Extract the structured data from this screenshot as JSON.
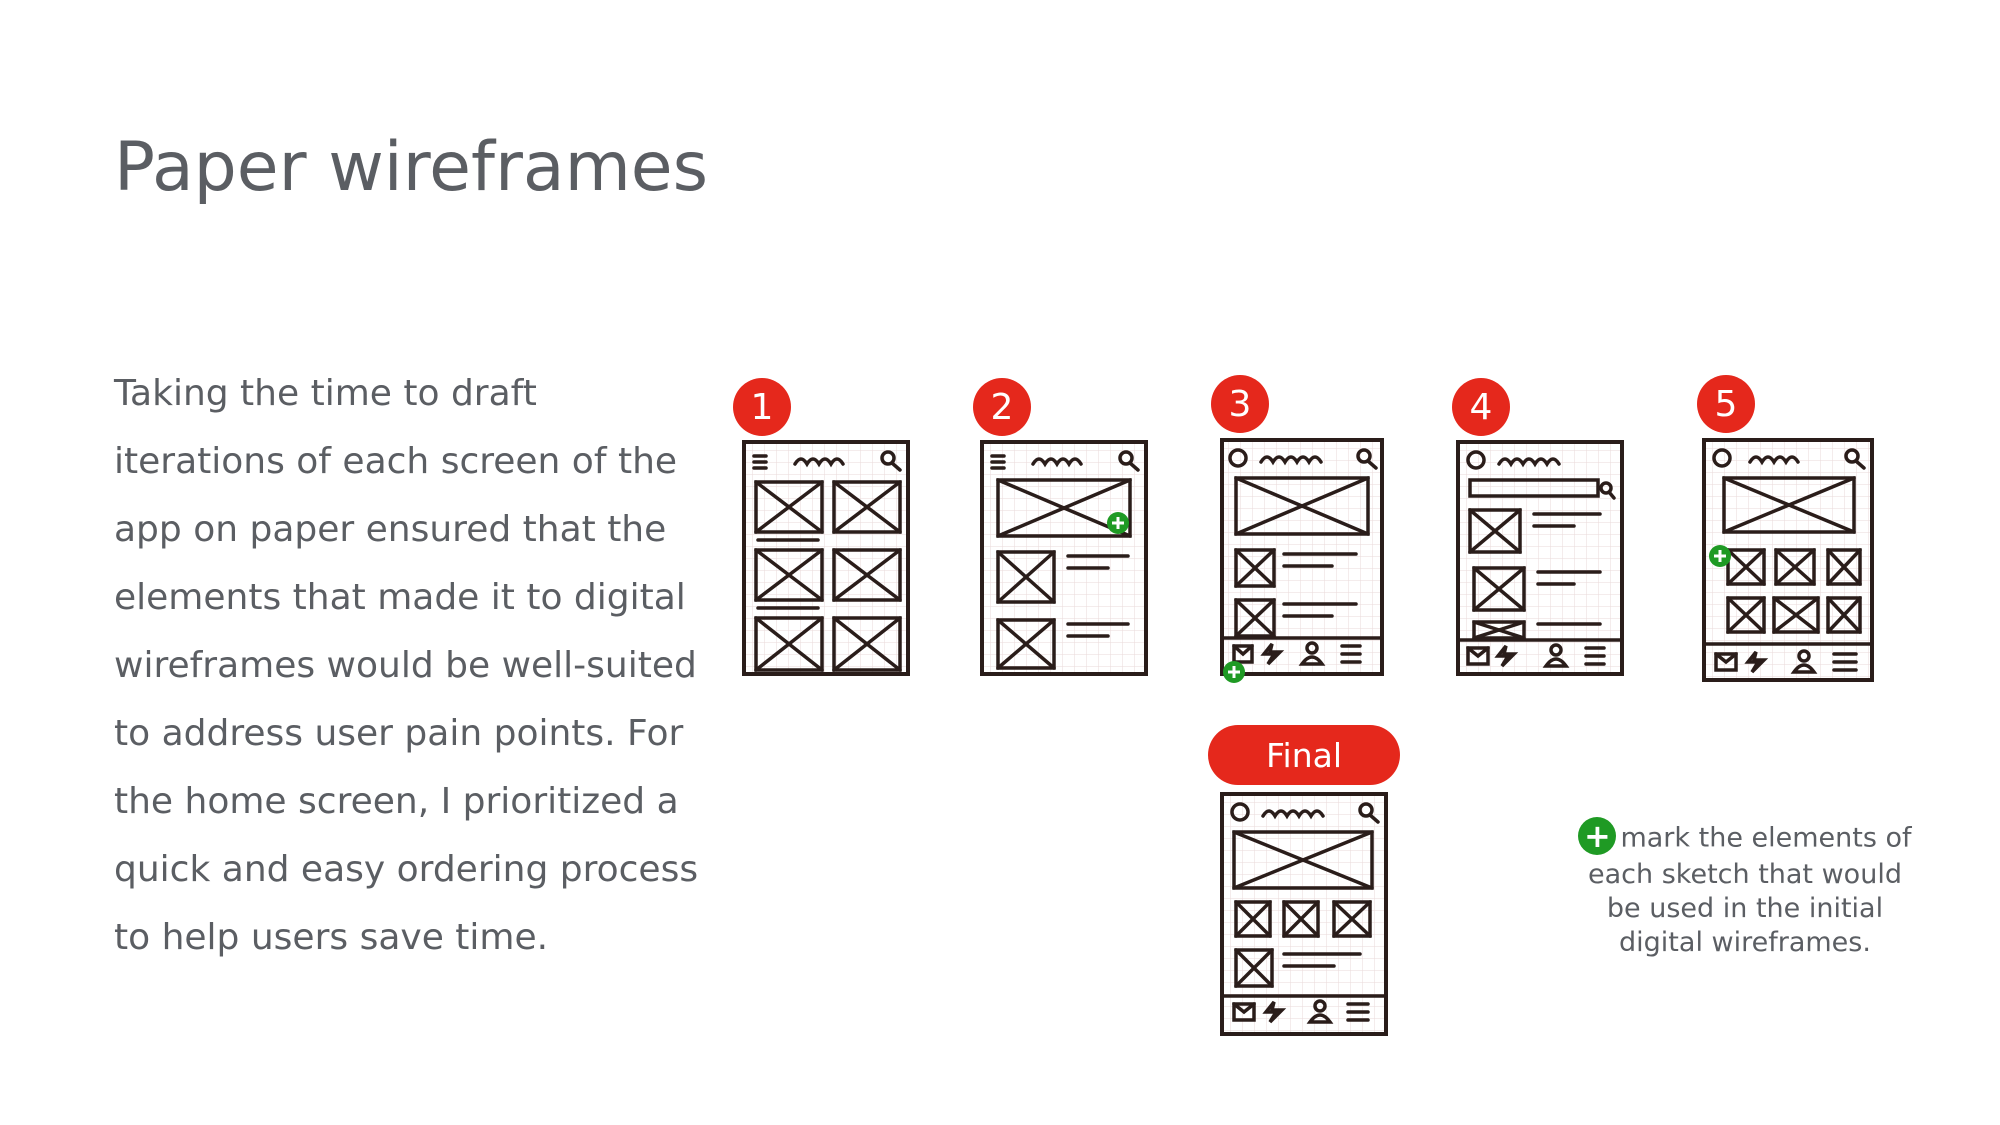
{
  "title": "Paper wireframes",
  "body_lines": [
    "Taking the time to draft",
    "iterations of each screen of the",
    "app on paper ensured that the",
    "elements that made it to digital",
    "wireframes would be well-suited",
    "to address user pain points. For",
    "the home screen, I prioritized a",
    "quick and easy ordering process",
    "to help users save time."
  ],
  "sketches": [
    {
      "badge": "1"
    },
    {
      "badge": "2"
    },
    {
      "badge": "3"
    },
    {
      "badge": "4"
    },
    {
      "badge": "5"
    }
  ],
  "final_label": "Final",
  "legend": {
    "plus_symbol": "+",
    "lines": [
      "mark the elements of",
      "each sketch that would",
      "be used in the initial",
      "digital wireframes."
    ]
  },
  "colors": {
    "badge": "#e5281c",
    "plus_marker": "#1f9a24",
    "ink": "#2a1d1a",
    "text": "#5b5e63"
  }
}
